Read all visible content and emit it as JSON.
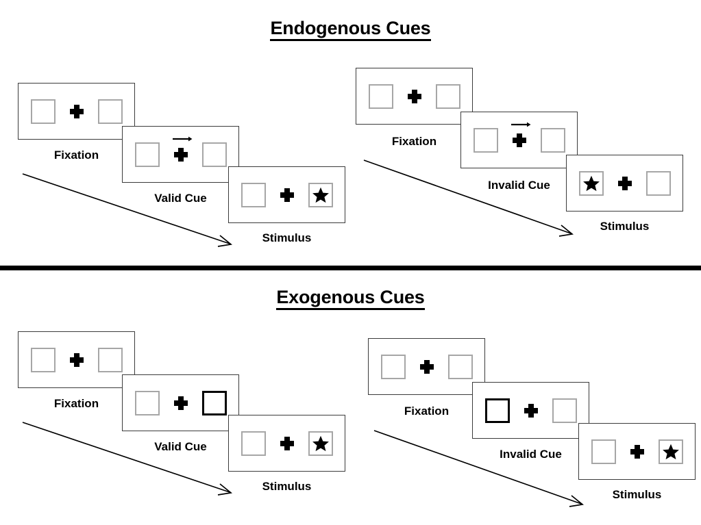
{
  "figure": {
    "sections": [
      {
        "id": "endogenous",
        "title": "Endogenous Cues",
        "conditions": [
          {
            "id": "endogenous-valid",
            "cue_label": "Valid Cue",
            "frames": [
              {
                "name": "fixation",
                "label": "Fixation",
                "cue": "none",
                "cue_side": "none",
                "target_side": "none"
              },
              {
                "name": "cue",
                "label": "Valid Cue",
                "cue": "arrow-right",
                "cue_side": "right",
                "target_side": "none"
              },
              {
                "name": "stimulus",
                "label": "Stimulus",
                "cue": "none",
                "cue_side": "none",
                "target_side": "right"
              }
            ]
          },
          {
            "id": "endogenous-invalid",
            "cue_label": "Invalid Cue",
            "frames": [
              {
                "name": "fixation",
                "label": "Fixation",
                "cue": "none",
                "cue_side": "none",
                "target_side": "none"
              },
              {
                "name": "cue",
                "label": "Invalid Cue",
                "cue": "arrow-right",
                "cue_side": "right",
                "target_side": "none"
              },
              {
                "name": "stimulus",
                "label": "Stimulus",
                "cue": "none",
                "cue_side": "none",
                "target_side": "left"
              }
            ]
          }
        ]
      },
      {
        "id": "exogenous",
        "title": "Exogenous Cues",
        "conditions": [
          {
            "id": "exogenous-valid",
            "cue_label": "Valid Cue",
            "frames": [
              {
                "name": "fixation",
                "label": "Fixation",
                "cue": "none",
                "cue_side": "none",
                "target_side": "none"
              },
              {
                "name": "cue",
                "label": "Valid Cue",
                "cue": "box-highlight",
                "cue_side": "right",
                "target_side": "none"
              },
              {
                "name": "stimulus",
                "label": "Stimulus",
                "cue": "none",
                "cue_side": "none",
                "target_side": "right"
              }
            ]
          },
          {
            "id": "exogenous-invalid",
            "cue_label": "Invalid Cue",
            "frames": [
              {
                "name": "fixation",
                "label": "Fixation",
                "cue": "none",
                "cue_side": "none",
                "target_side": "none"
              },
              {
                "name": "cue",
                "label": "Invalid Cue",
                "cue": "box-highlight",
                "cue_side": "left",
                "target_side": "none"
              },
              {
                "name": "stimulus",
                "label": "Stimulus",
                "cue": "none",
                "cue_side": "none",
                "target_side": "right"
              }
            ]
          }
        ]
      }
    ],
    "labels": {
      "fixation": "Fixation",
      "valid_cue": "Valid Cue",
      "invalid_cue": "Invalid Cue",
      "stimulus": "Stimulus"
    },
    "icons": {
      "fixation_cross": "plus-cross-icon",
      "arrow_cue": "arrow-right-icon",
      "target": "star-icon",
      "timeline": "timeline-arrow-icon"
    },
    "colors": {
      "frame_border": "#3a3a3a",
      "box_border": "#a6a6a6",
      "cued_box_border": "#000000",
      "ink": "#000000",
      "background": "#ffffff"
    }
  }
}
